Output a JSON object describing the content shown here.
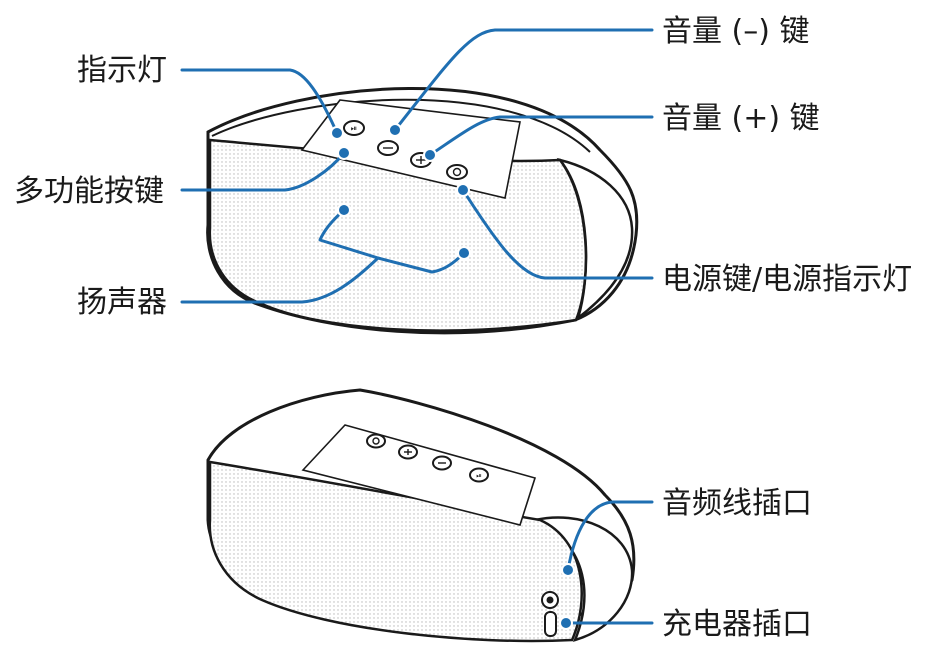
{
  "labels": {
    "indicator": "指示灯",
    "volume_down": "音量 (–) 键",
    "volume_up": "音量 (+) 键",
    "multifunction": "多功能按键",
    "speaker": "扬声器",
    "power": "电源键/电源指示灯",
    "audio_jack": "音频线插口",
    "charger_port": "充电器插口"
  },
  "colors": {
    "leader": "#1f6fb2",
    "outline": "#1a1a1a"
  },
  "icons": {
    "multifunction": "multifunction-icon",
    "volume_down": "minus-icon",
    "volume_up": "plus-icon",
    "power": "power-icon"
  }
}
